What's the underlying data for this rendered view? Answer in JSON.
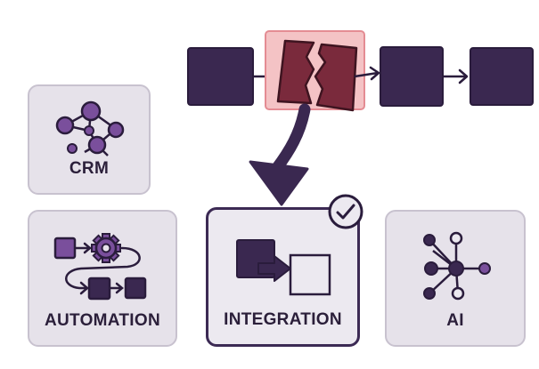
{
  "cards": {
    "crm": {
      "label": "CRM"
    },
    "automation": {
      "label": "AUTOMATION"
    },
    "integration": {
      "label": "INTEGRATION",
      "selected": true
    },
    "ai": {
      "label": "AI"
    }
  },
  "pipeline": {
    "block_count": 4,
    "broken_block_index": 1
  },
  "colors": {
    "block_dark": "#3a2850",
    "block_purple": "#7a4f9c",
    "broken_highlight": "#f4c3c5",
    "broken_block": "#7a2a3c",
    "card_bg": "#e6e2ea"
  },
  "icons": {
    "crm": "network-graph-icon",
    "automation": "workflow-gear-icon",
    "integration": "merge-blocks-icon",
    "ai": "neural-hub-icon",
    "badge": "checkmark-icon"
  }
}
